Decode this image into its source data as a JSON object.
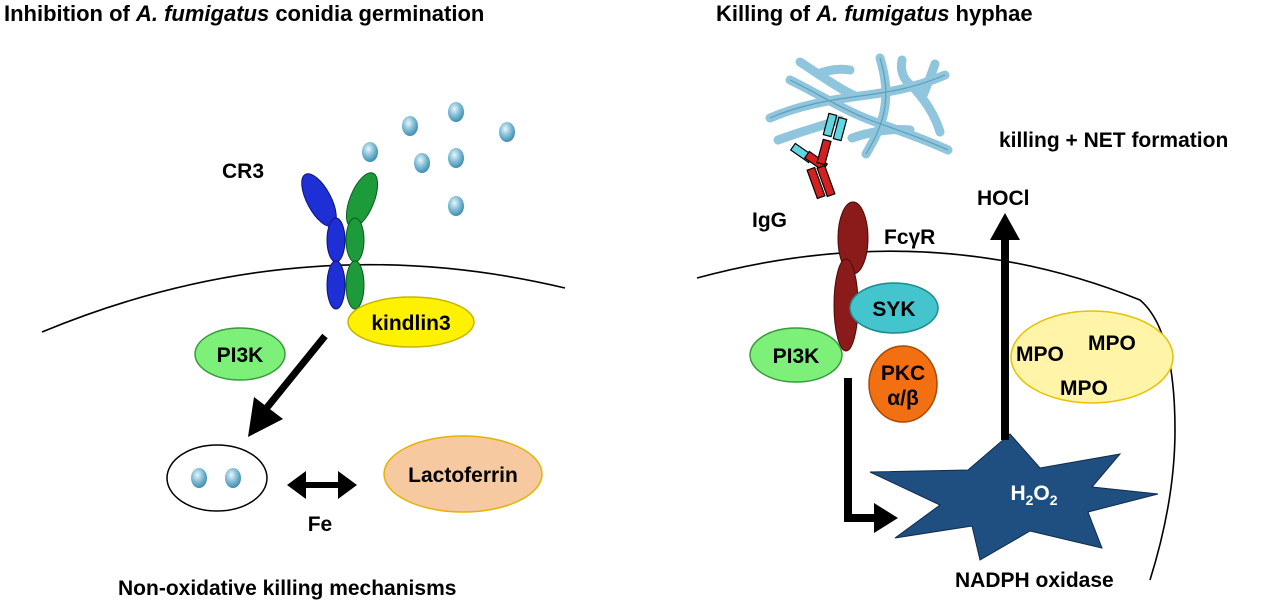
{
  "left_panel": {
    "title_prefix": "Inhibition of ",
    "title_species": "A. fumigatus",
    "title_suffix": " conidia germination",
    "receptor_label": "CR3",
    "kindlin_label": "kindlin3",
    "pi3k_label": "PI3K",
    "lactoferrin_label": "Lactoferrin",
    "iron_label": "Fe",
    "mechanism_label": "Non-oxidative killing mechanisms"
  },
  "right_panel": {
    "title_prefix": "Killing of ",
    "title_species": "A. fumigatus",
    "title_suffix": " hyphae",
    "outcome_label": "killing + NET formation",
    "igg_label": "IgG",
    "receptor_label": "FcγR",
    "syk_label": "SYK",
    "pi3k_label": "PI3K",
    "pkc_label": "PKC",
    "pkc_isoform_label": "α/β",
    "hocl_label": "HOCl",
    "mpo_labels": [
      "MPO",
      "MPO",
      "MPO"
    ],
    "h2o2_h": "H",
    "h2o2_sub1": "2",
    "h2o2_o": "O",
    "h2o2_sub2": "2",
    "nadph_label": "NADPH oxidase"
  },
  "colors": {
    "cr3_alpha": "#1f2fd6",
    "cr3_beta": "#1d9a3a",
    "kindlin": "#fff200",
    "pi3k": "#7df07a",
    "lactoferrin": "#f7c9a0",
    "conidia": "#6fb3cf",
    "hyphae": "#8fc6dd",
    "igg_red": "#d42020",
    "igg_cyan": "#5fd6e0",
    "fcgr": "#8b1a1a",
    "syk": "#44c4cc",
    "pkc": "#f27012",
    "mpo": "#fff4a8",
    "h2o2": "#1e4f80"
  }
}
